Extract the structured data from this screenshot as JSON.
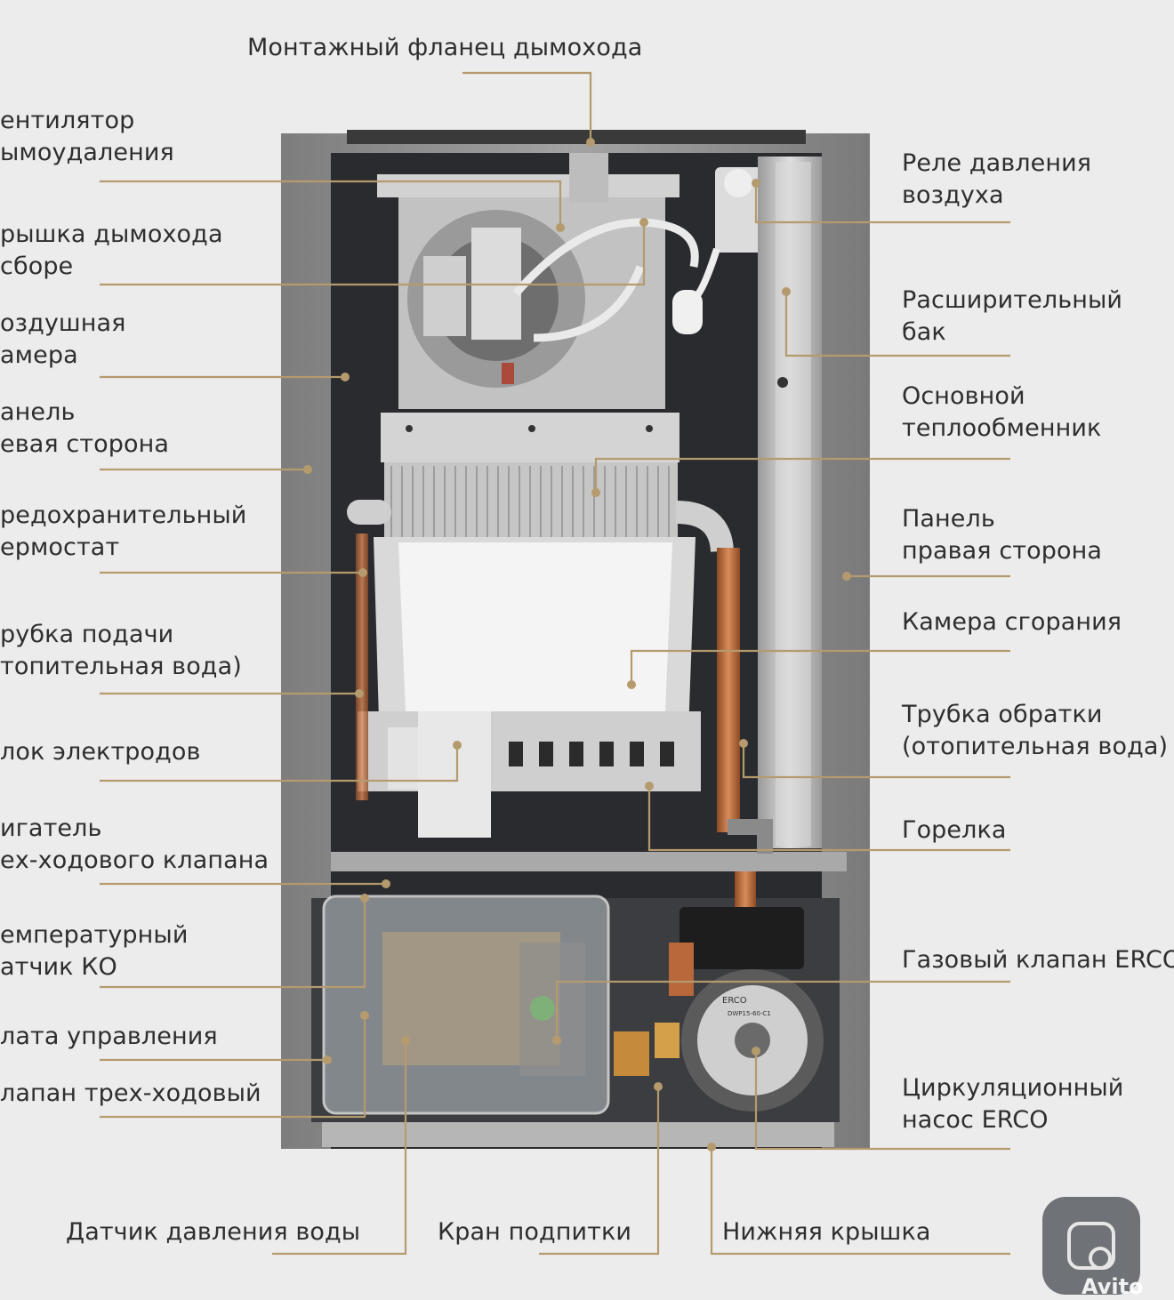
{
  "labels": {
    "top": "Монтажный фланец дымохода",
    "left": [
      [
        "ентилятор",
        "ымоудаления"
      ],
      [
        "рышка дымохода",
        "сборе"
      ],
      [
        "оздушная",
        "амера"
      ],
      [
        "анель",
        "евая сторона"
      ],
      [
        "редохранительный",
        "ермостат"
      ],
      [
        "рубка подачи",
        "топительная вода)"
      ],
      [
        "лок электродов"
      ],
      [
        "игатель",
        "ех-ходового клапана"
      ],
      [
        "емпературный",
        "атчик КО"
      ],
      [
        "лата управления"
      ],
      [
        "лапан трех-ходовый"
      ]
    ],
    "right": [
      [
        "Реле давления",
        "воздуха"
      ],
      [
        "Расширительный",
        "бак"
      ],
      [
        "Основной",
        "теплообменник"
      ],
      [
        "Панель",
        "правая сторона"
      ],
      [
        "Камера сгорания"
      ],
      [
        "Трубка обратки",
        "(отопительная вода)"
      ],
      [
        "Горелка"
      ],
      [
        "Газовый клапан ERCO"
      ],
      [
        "Циркуляционный",
        "насос ERCO"
      ]
    ],
    "bottom": [
      "Датчик давления воды",
      "Кран подпитки",
      "Нижняя крышка"
    ]
  },
  "device_text": {
    "pump_brand": "ERCO",
    "pump_model": "DWP15-60-C1"
  },
  "watermark": "Avito",
  "colors": {
    "background": "#ececec",
    "leader": "#b59a6e",
    "frame": "#8e8e8e",
    "frame_inner": "#2a2b2e",
    "metal": "#c9c9c9",
    "copper": "#b8683a"
  }
}
